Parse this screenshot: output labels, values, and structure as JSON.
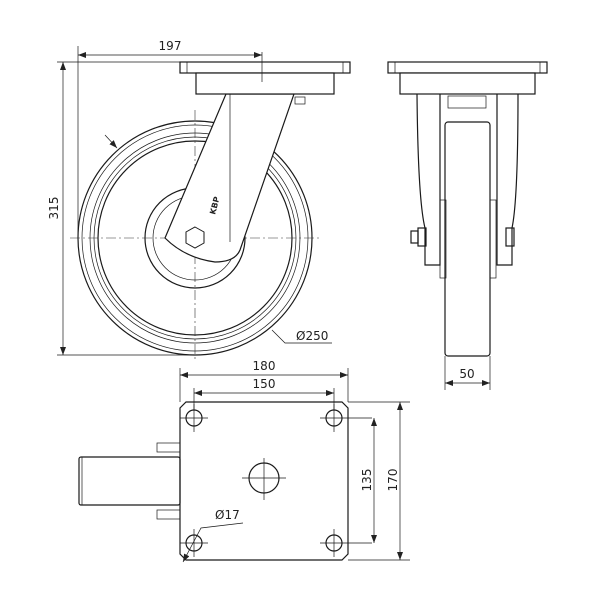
{
  "drawing": {
    "dimensions": {
      "offset": "197",
      "height": "315",
      "wheel_diameter": "Ø250",
      "wheel_width": "50",
      "plate_length": "180",
      "hole_spacing_length": "150",
      "hole_spacing_width": "135",
      "plate_width": "170",
      "hole_diameter": "Ø17"
    },
    "logo_text": "KBP"
  }
}
